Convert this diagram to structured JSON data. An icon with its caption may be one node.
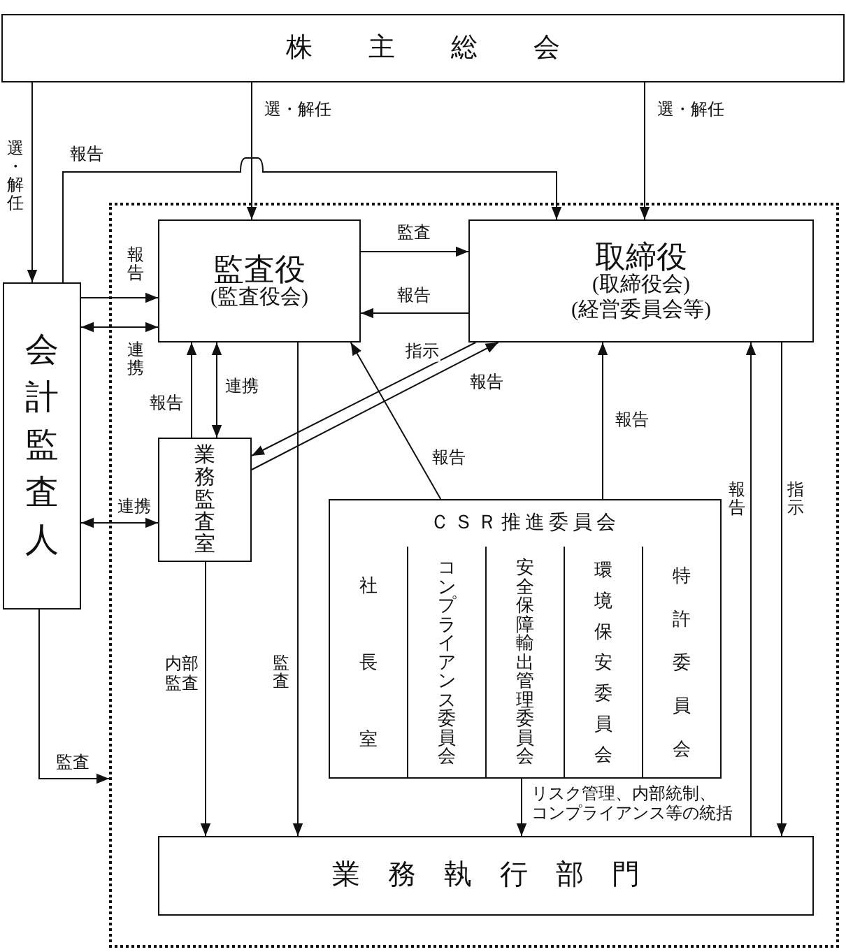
{
  "diagram": {
    "nodes": [
      {
        "text": [
          "株主総会"
        ]
      },
      {
        "text": [],
        "shape": "box"
      },
      {
        "text": [
          "会計監査人"
        ]
      },
      {
        "text": [
          "監査役",
          "(監査役会)"
        ],
        "in": 1
      },
      {
        "text": [
          "取締役",
          "(取締役会)",
          "(経営委員会等)"
        ],
        "in": 1
      },
      {
        "text": [
          "業務監査室"
        ],
        "in": 1
      },
      {
        "text": [
          "ＣＳＲ推進委員会"
        ],
        "in": 1
      },
      {
        "text": [
          "社長室"
        ],
        "in": 6
      },
      {
        "text": [
          "コンプライアンス委員会"
        ],
        "in": 6
      },
      {
        "text": [
          "安全保障輸出管理委員会"
        ],
        "in": 6
      },
      {
        "text": [
          "環境保安委員会"
        ],
        "in": 6
      },
      {
        "text": [
          "特許委員会"
        ],
        "in": 6
      },
      {
        "text": [
          "業務執行部門"
        ],
        "in": 1
      }
    ],
    "edges": [
      {
        "from": 0,
        "to": 2,
        "arrow": "to",
        "label": "選・解任"
      },
      {
        "from": 0,
        "to": 3,
        "arrow": "to",
        "label": "選・解任"
      },
      {
        "from": 0,
        "to": 4,
        "arrow": "to",
        "label": "選・解任"
      },
      {
        "from": 2,
        "to": 4,
        "arrow": "to",
        "label": "報告"
      },
      {
        "from": 2,
        "to": 3,
        "arrow": "to",
        "label": "報告"
      },
      {
        "from": 2,
        "to": 3,
        "arrow": "both",
        "label": "連携"
      },
      {
        "from": 3,
        "to": 4,
        "arrow": "to",
        "label": "監査"
      },
      {
        "from": 4,
        "to": 3,
        "arrow": "to",
        "label": "報告"
      },
      {
        "from": 5,
        "to": 3,
        "arrow": "to",
        "label": "報告"
      },
      {
        "from": 3,
        "to": 5,
        "arrow": "both",
        "label": "連携"
      },
      {
        "from": 4,
        "to": 5,
        "arrow": "to",
        "label": "指示"
      },
      {
        "from": 5,
        "to": 4,
        "arrow": "to",
        "label": "報告"
      },
      {
        "from": 6,
        "to": 3,
        "arrow": "to",
        "label": "報告"
      },
      {
        "from": 2,
        "to": 5,
        "arrow": "both",
        "label": "連携"
      },
      {
        "from": 2,
        "to": 1,
        "arrow": "to",
        "label": "監査"
      },
      {
        "from": 5,
        "to": 12,
        "arrow": "to",
        "label": "内部監査"
      },
      {
        "from": 3,
        "to": 12,
        "arrow": "to",
        "label": "監査"
      },
      {
        "from": 6,
        "to": 12,
        "arrow": "to",
        "label": "リスク管理、内部統制、コンプライアンス等の統括"
      },
      {
        "from": 6,
        "to": 4,
        "arrow": "to",
        "label": "報告"
      },
      {
        "from": 12,
        "to": 4,
        "arrow": "to",
        "label": "報告"
      },
      {
        "from": 4,
        "to": 12,
        "arrow": "to",
        "label": "指示"
      }
    ]
  }
}
